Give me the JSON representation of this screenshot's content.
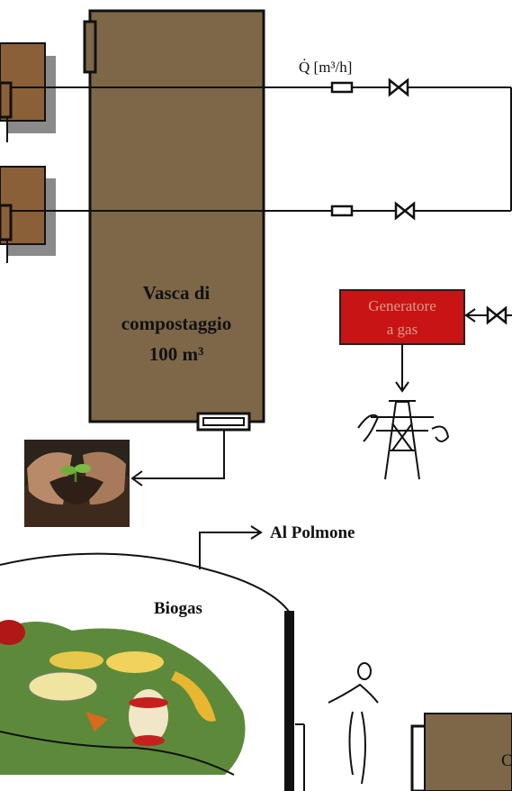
{
  "colors": {
    "tank_brown": "#7d6748",
    "box_brown": "#8a6038",
    "generator_red": "#c81414",
    "line": "#111111",
    "shadow": "#8a8a8a"
  },
  "labels": {
    "flow": "Q̇ [m³/h]",
    "tank_line1": "Vasca di",
    "tank_line2": "compostaggio",
    "tank_line3": "100 m³",
    "generator_line1": "Generatore",
    "generator_line2": "a gas",
    "to_buffer": "Al Polmone",
    "biogas": "Biogas",
    "cut_letter": "C"
  },
  "icons": {
    "valve": "valve-icon",
    "flowmeter": "flowmeter-icon",
    "pylon": "power-pylon-icon",
    "seedling": "seedling-in-hands-image",
    "food_waste": "food-waste-pile-image",
    "person": "person-pouring-icon"
  }
}
